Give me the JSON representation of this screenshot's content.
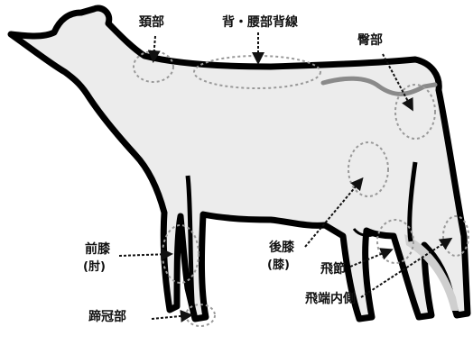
{
  "labels": {
    "neck": "頚部",
    "back_loin": "背・腰部背線",
    "hip": "臀部",
    "front_knee": "前膝",
    "front_knee_note": "(肘)",
    "stifle": "後膝",
    "stifle_note": "(膝)",
    "hock": "飛節",
    "hock_inner": "飛端内側",
    "coronet": "蹄冠部"
  },
  "colors": {
    "body_fill": "#ececec",
    "outline": "#000000",
    "back_stripe": "#8a8a8a",
    "hind_leg_shade": "#cfcfcf"
  }
}
